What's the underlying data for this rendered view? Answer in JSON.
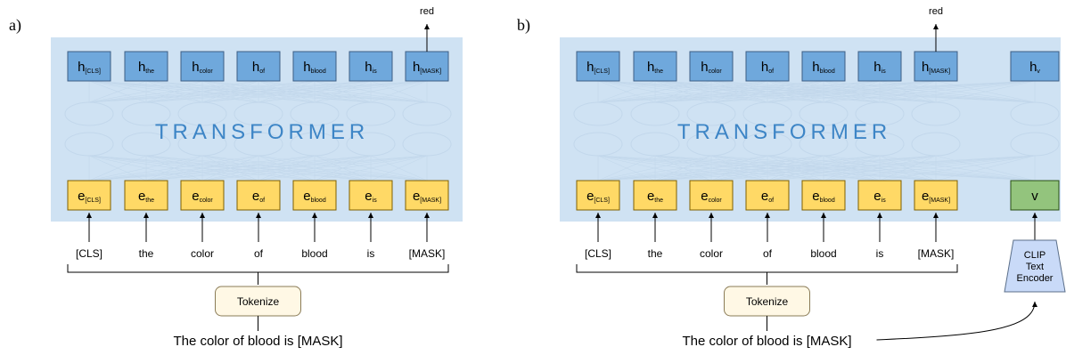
{
  "panels": [
    {
      "label": "a)",
      "title": "TRANSFORMER",
      "hidden": [
        {
          "main": "h",
          "sub": "[CLS]"
        },
        {
          "main": "h",
          "sub": "the"
        },
        {
          "main": "h",
          "sub": "color"
        },
        {
          "main": "h",
          "sub": "of"
        },
        {
          "main": "h",
          "sub": "blood"
        },
        {
          "main": "h",
          "sub": "is"
        },
        {
          "main": "h",
          "sub": "[MASK]"
        }
      ],
      "embeddings": [
        {
          "main": "e",
          "sub": "[CLS]"
        },
        {
          "main": "e",
          "sub": "the"
        },
        {
          "main": "e",
          "sub": "color"
        },
        {
          "main": "e",
          "sub": "of"
        },
        {
          "main": "e",
          "sub": "blood"
        },
        {
          "main": "e",
          "sub": "is"
        },
        {
          "main": "e",
          "sub": "[MASK]"
        }
      ],
      "tokens": [
        "[CLS]",
        "the",
        "color",
        "of",
        "blood",
        "is",
        "[MASK]"
      ],
      "output": "red",
      "tokenize_label": "Tokenize",
      "sentence": "The color of blood is [MASK]"
    },
    {
      "label": "b)",
      "title": "TRANSFORMER",
      "hidden": [
        {
          "main": "h",
          "sub": "[CLS]"
        },
        {
          "main": "h",
          "sub": "the"
        },
        {
          "main": "h",
          "sub": "color"
        },
        {
          "main": "h",
          "sub": "of"
        },
        {
          "main": "h",
          "sub": "blood"
        },
        {
          "main": "h",
          "sub": "is"
        },
        {
          "main": "h",
          "sub": "[MASK]"
        }
      ],
      "embeddings": [
        {
          "main": "e",
          "sub": "[CLS]"
        },
        {
          "main": "e",
          "sub": "the"
        },
        {
          "main": "e",
          "sub": "color"
        },
        {
          "main": "e",
          "sub": "of"
        },
        {
          "main": "e",
          "sub": "blood"
        },
        {
          "main": "e",
          "sub": "is"
        },
        {
          "main": "e",
          "sub": "[MASK]"
        }
      ],
      "tokens": [
        "[CLS]",
        "the",
        "color",
        "of",
        "blood",
        "is",
        "[MASK]"
      ],
      "output": "red",
      "tokenize_label": "Tokenize",
      "sentence": "The color of blood is [MASK]",
      "visual_hidden": {
        "main": "h",
        "sub": "v"
      },
      "visual_embedding": "v",
      "encoder_lines": [
        "CLIP",
        "Text",
        "Encoder"
      ]
    }
  ],
  "colors": {
    "transformer_bg": "#cfe2f3",
    "hidden_box": "#6fa8dc",
    "embedding_box": "#ffd966",
    "visual_box": "#93c47d",
    "tokenize_box": "#fff8e5",
    "encoder_box": "#c9daf8",
    "title_text": "#3d85c6"
  }
}
